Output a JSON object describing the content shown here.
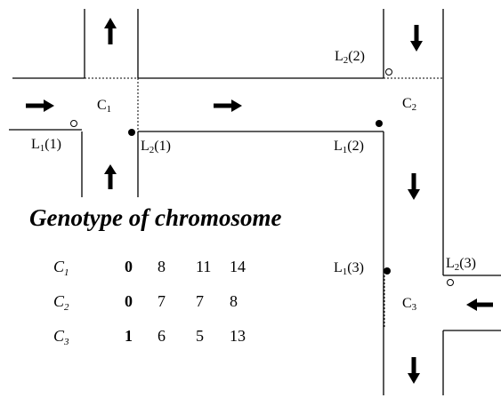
{
  "intersections": {
    "c1": {
      "name": "C",
      "sub": "1"
    },
    "c2": {
      "name": "C",
      "sub": "2"
    },
    "c3": {
      "name": "C",
      "sub": "3"
    }
  },
  "lights": {
    "l1_1": {
      "name": "L",
      "sub": "1",
      "index": "(1)"
    },
    "l2_1": {
      "name": "L",
      "sub": "2",
      "index": "(1)"
    },
    "l2_2": {
      "name": "L",
      "sub": "2",
      "index": "(2)"
    },
    "l1_2": {
      "name": "L",
      "sub": "1",
      "index": "(2)"
    },
    "l1_3": {
      "name": "L",
      "sub": "1",
      "index": "(3)"
    },
    "l2_3": {
      "name": "L",
      "sub": "2",
      "index": "(3)"
    }
  },
  "genotype": {
    "title": "Genotype of chromosome",
    "rows": [
      {
        "name": "C",
        "sub": "1",
        "genes": [
          "0",
          "8",
          "11",
          "14"
        ]
      },
      {
        "name": "C",
        "sub": "2",
        "genes": [
          "0",
          "7",
          "7",
          "8"
        ]
      },
      {
        "name": "C",
        "sub": "3",
        "genes": [
          "1",
          "6",
          "5",
          "13"
        ]
      }
    ]
  },
  "colors": {
    "road": "#000000",
    "background": "#ffffff",
    "arrow": "#000000"
  },
  "icons": {
    "arrow": "arrow-icon",
    "signal_on": "filled-circle",
    "signal_off": "hollow-circle"
  }
}
